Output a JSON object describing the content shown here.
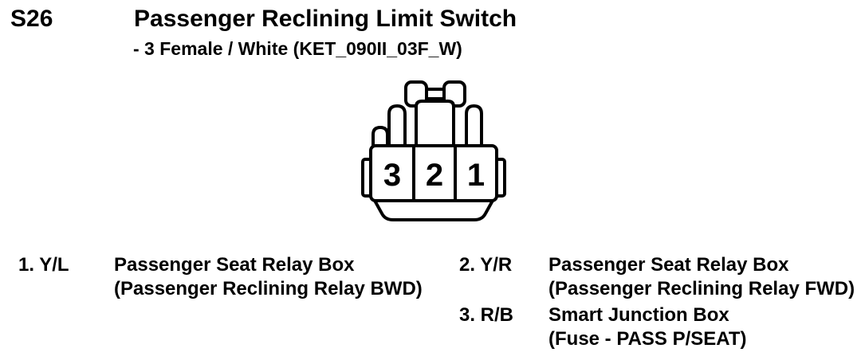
{
  "colors": {
    "ink": "#000000",
    "background": "#ffffff"
  },
  "header": {
    "connector_id": "S26",
    "title": "Passenger Reclining Limit Switch",
    "subtitle": "- 3 Female / White (KET_090II_03F_W)"
  },
  "connector": {
    "cavities": [
      "3",
      "2",
      "1"
    ]
  },
  "pins": [
    {
      "label": "1. Y/L",
      "destination": "Passenger Seat Relay Box",
      "detail": "(Passenger Reclining Relay BWD)"
    },
    {
      "label": "2. Y/R",
      "destination": "Passenger Seat Relay Box",
      "detail": "(Passenger Reclining Relay FWD)"
    },
    {
      "label": "3. R/B",
      "destination": "Smart Junction Box",
      "detail": "(Fuse - PASS P/SEAT)"
    }
  ]
}
